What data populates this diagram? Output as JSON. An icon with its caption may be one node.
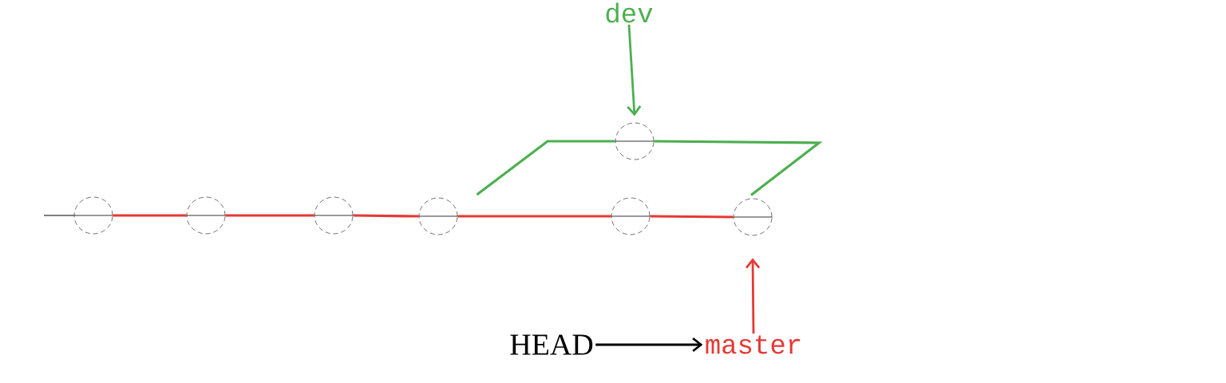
{
  "diagram": {
    "nodes": [
      {
        "text": [
          "dev"
        ]
      },
      {
        "text": [],
        "shape": "circle"
      },
      {
        "text": [],
        "shape": "circle"
      },
      {
        "text": [],
        "shape": "circle"
      },
      {
        "text": [],
        "shape": "circle"
      },
      {
        "text": [],
        "shape": "circle"
      },
      {
        "text": [],
        "shape": "circle"
      },
      {
        "text": [],
        "shape": "circle"
      },
      {
        "text": [
          "HEAD"
        ]
      },
      {
        "text": [
          "master"
        ]
      }
    ],
    "edges": [
      {
        "from": null,
        "to": 2,
        "arrow": "none",
        "color": "#000000"
      },
      {
        "from": 2,
        "to": 3,
        "arrow": "none"
      },
      {
        "from": 3,
        "to": 4,
        "arrow": "none"
      },
      {
        "from": 4,
        "to": 5,
        "arrow": "none"
      },
      {
        "from": 5,
        "to": 6,
        "arrow": "none"
      },
      {
        "from": 6,
        "to": 7,
        "arrow": "none"
      },
      {
        "from": 5,
        "to": 1,
        "arrow": "none",
        "color": "#4caf50"
      },
      {
        "from": 1,
        "to": 7,
        "arrow": "none",
        "color": "#4caf50"
      },
      {
        "from": 0,
        "to": 1,
        "arrow": "to",
        "color": "#4caf50"
      },
      {
        "from": 9,
        "to": 7,
        "arrow": "to"
      },
      {
        "from": 8,
        "to": 9,
        "arrow": "to",
        "color": "#000000"
      }
    ]
  }
}
